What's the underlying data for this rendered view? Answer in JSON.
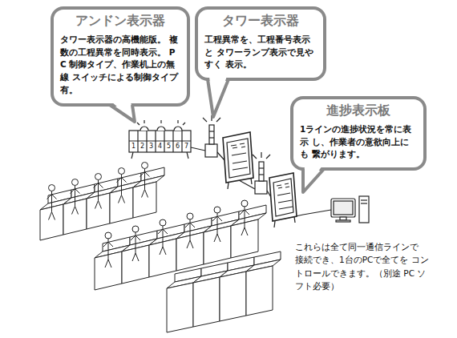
{
  "diagram": {
    "nodes": [
      {
        "text": [
          "アンドン表示器",
          "タワー表示器の高機能版。 複数の工程異常を同時表示。 PC 制御タイプ、作業机上の無線 スイッチによる制御タイプ有。"
        ]
      },
      {
        "text": [
          "タワー表示器",
          "工程異常を、工程番号表示と タワーランプ表示で見やすく 表示。"
        ]
      },
      {
        "text": [
          "進捗表示板",
          "1ラインの進捗状況を常に表示 し、作業者の意欲向上にも 繋がります。"
        ]
      }
    ],
    "labels": [
      "1",
      "2",
      "3",
      "4",
      "5",
      "6",
      "7",
      "これらは全て同一通信ラインで 接続でき、1台のPCで全てを コントロールできます。（別途 PC ソフト必要）"
    ]
  }
}
